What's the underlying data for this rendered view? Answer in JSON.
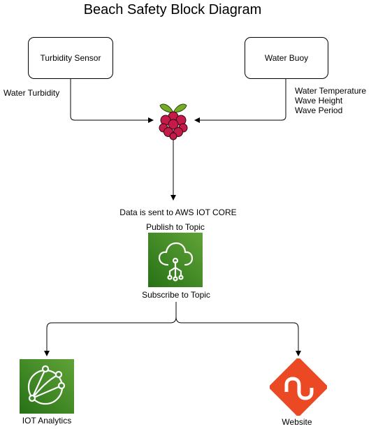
{
  "title": "Beach Safety Block Diagram",
  "nodes": {
    "turbidity_sensor": "Turbidity Sensor",
    "water_buoy": "Water Buoy",
    "raspberry_pi_icon": "raspberry-pi-icon",
    "iot_core_icon": "aws-iot-core-icon",
    "iot_analytics": "IOT Analytics",
    "iot_analytics_icon": "aws-iot-analytics-icon",
    "website": "Website",
    "website_icon": "stumbleupon-icon"
  },
  "edge_labels": {
    "water_turbidity": "Water Turbidity",
    "buoy_data": [
      "Water Temperature",
      "Wave Height",
      "Wave Period"
    ],
    "sent_to_core": "Data is sent to AWS IOT CORE",
    "publish": "Publish to Topic",
    "subscribe": "Subscribe to Topic"
  },
  "colors": {
    "aws_green_top": "#60a337",
    "aws_green_bottom": "#277116",
    "raspberry_red": "#c51a4a",
    "raspberry_leaf": "#75a928",
    "website_orange": "#eb4924"
  }
}
